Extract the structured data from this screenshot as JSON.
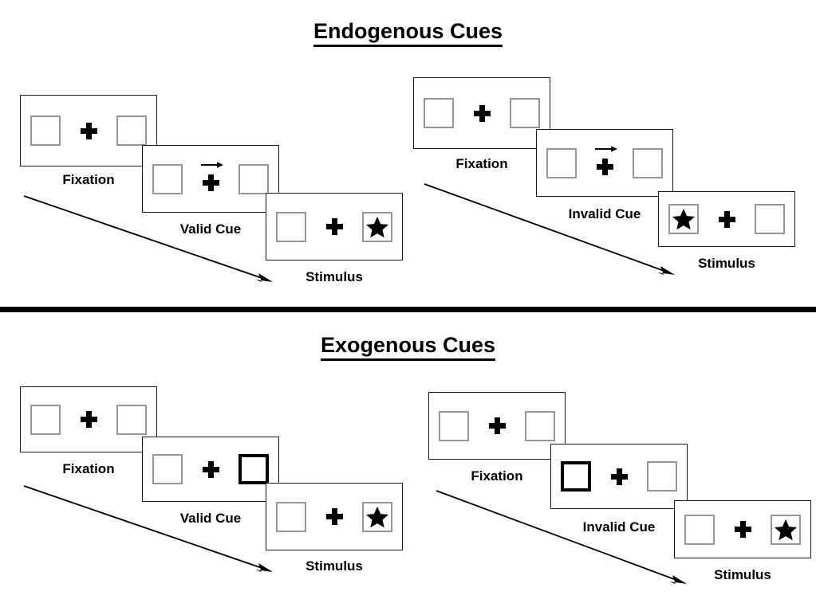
{
  "sections": [
    {
      "id": "endogenous",
      "title": "Endogenous Cues",
      "groups": [
        {
          "id": "endogenous-valid",
          "frames": [
            {
              "caption": "Fixation",
              "left_content": "empty",
              "right_content": "empty",
              "cue": "none",
              "highlight": "none"
            },
            {
              "caption": "Valid Cue",
              "left_content": "empty",
              "right_content": "empty",
              "cue": "arrow-right",
              "highlight": "none"
            },
            {
              "caption": "Stimulus",
              "left_content": "empty",
              "right_content": "star",
              "cue": "none",
              "highlight": "none"
            }
          ]
        },
        {
          "id": "endogenous-invalid",
          "frames": [
            {
              "caption": "Fixation",
              "left_content": "empty",
              "right_content": "empty",
              "cue": "none",
              "highlight": "none"
            },
            {
              "caption": "Invalid Cue",
              "left_content": "empty",
              "right_content": "empty",
              "cue": "arrow-right",
              "highlight": "none"
            },
            {
              "caption": "Stimulus",
              "left_content": "star",
              "right_content": "empty",
              "cue": "none",
              "highlight": "none"
            }
          ]
        }
      ]
    },
    {
      "id": "exogenous",
      "title": "Exogenous Cues",
      "groups": [
        {
          "id": "exogenous-valid",
          "frames": [
            {
              "caption": "Fixation",
              "left_content": "empty",
              "right_content": "empty",
              "cue": "none",
              "highlight": "none"
            },
            {
              "caption": "Valid Cue",
              "left_content": "empty",
              "right_content": "empty",
              "cue": "none",
              "highlight": "right"
            },
            {
              "caption": "Stimulus",
              "left_content": "empty",
              "right_content": "star",
              "cue": "none",
              "highlight": "none"
            }
          ]
        },
        {
          "id": "exogenous-invalid",
          "frames": [
            {
              "caption": "Fixation",
              "left_content": "empty",
              "right_content": "empty",
              "cue": "none",
              "highlight": "none"
            },
            {
              "caption": "Invalid Cue",
              "left_content": "empty",
              "right_content": "empty",
              "cue": "none",
              "highlight": "left"
            },
            {
              "caption": "Stimulus",
              "left_content": "empty",
              "right_content": "star",
              "cue": "none",
              "highlight": "none"
            }
          ]
        }
      ]
    }
  ],
  "colors": {
    "box_border": "#969696",
    "box_border_highlight": "#000000",
    "frame_border": "#1a1a1a",
    "ink": "#000000",
    "background": "#ffffff"
  }
}
